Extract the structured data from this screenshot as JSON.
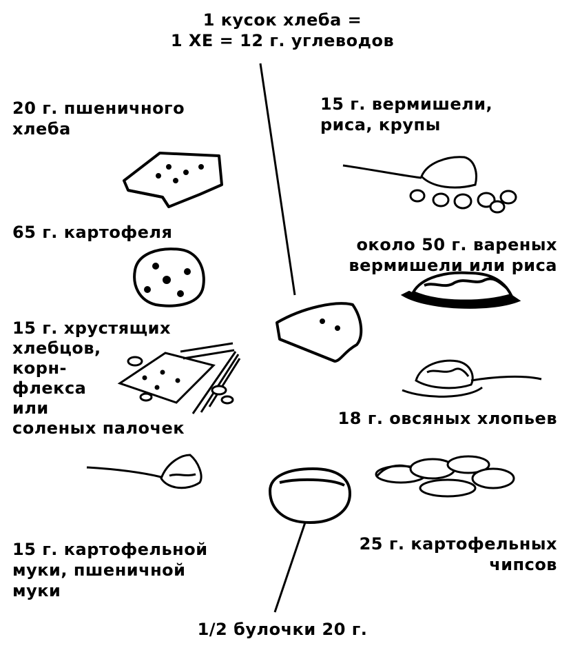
{
  "title": {
    "line1": "1 кусок хлеба =",
    "line2": "1 ХЕ = 12 г. углеводов"
  },
  "items": {
    "wheat_bread": {
      "line1": "20 г. пшеничного",
      "line2": "хлеба"
    },
    "pasta": {
      "line1": "15 г. вермишели,",
      "line2": "риса, крупы"
    },
    "potato": {
      "line1": "65 г. картофеля"
    },
    "boiled": {
      "line1": "около 50 г. вареных",
      "line2": "вермишели или риса"
    },
    "crisp": {
      "line1": "15 г. хрустящих",
      "line2": "хлебцов,",
      "line3": "корн-",
      "line4": "флекса",
      "line5": "или",
      "line6": "соленых палочек"
    },
    "oats": {
      "line1": "18 г. овсяных хлопьев"
    },
    "flour": {
      "line1": "15 г. картофельной",
      "line2": "муки, пшеничной",
      "line3": "муки"
    },
    "chips": {
      "line1": "25 г. картофельных",
      "line2": "чипсов"
    },
    "bun": {
      "line1": "1/2 булочки 20 г."
    }
  }
}
